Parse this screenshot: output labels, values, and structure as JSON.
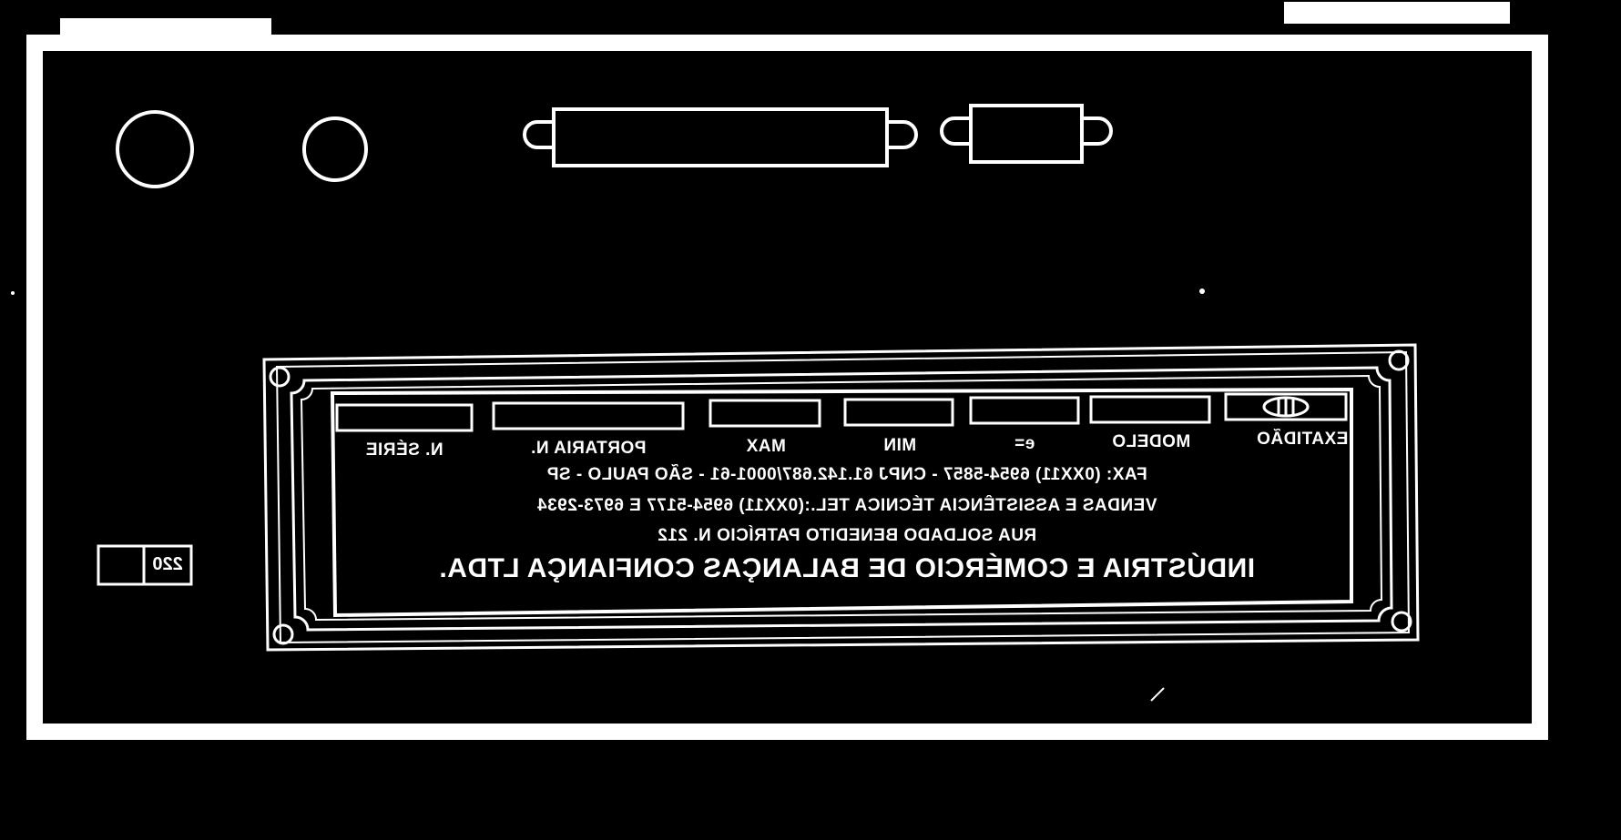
{
  "plate": {
    "company": "INDÚSTRIA E COMÉRCIO DE BALANÇAS CONFIANÇA LTDA.",
    "address": "RUA SOLDADO BENEDITO PATRÍCIO N. 212",
    "sales": "VENDAS E ASSISTÊNCIA TÉCNICA TEL.:(0XX11) 6954-5177 E 6973-2934",
    "fax": "FAX: (0XX11) 6954-5857 - CNPJ 61.142.687/0001-61 - SÃO PAULO - SP",
    "fields": [
      "N. SÉRIE",
      "PORTARIA N.",
      "MAX",
      "MIN",
      "e=",
      "MODELO",
      "EXATIDÃO"
    ]
  },
  "voltage": "220",
  "colors": {
    "background": "#000000",
    "line": "#ffffff"
  }
}
